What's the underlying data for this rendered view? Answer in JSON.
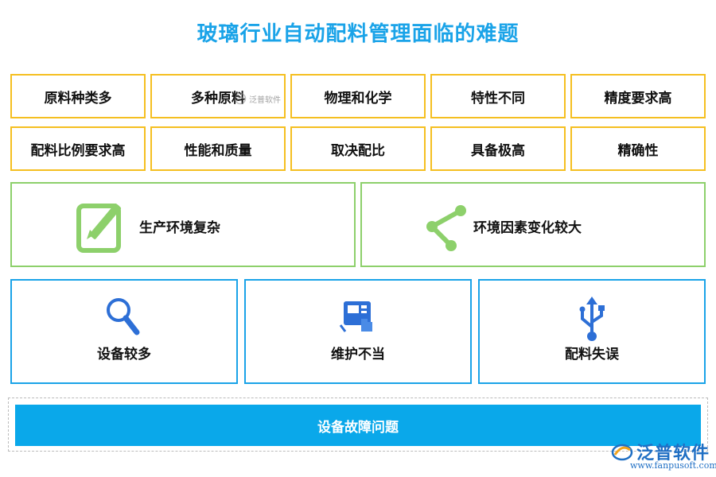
{
  "title": "玻璃行业自动配料管理面临的难题",
  "row1": [
    "原料种类多",
    "多种原料",
    "物理和化学",
    "特性不同",
    "精度要求高"
  ],
  "row2": [
    "配料比例要求高",
    "性能和质量",
    "取决配比",
    "具备极高",
    "精确性"
  ],
  "green_items": [
    {
      "label": "生产环境复杂",
      "icon": "edit-icon"
    },
    {
      "label": "环境因素变化较大",
      "icon": "share-icon"
    }
  ],
  "blue_items": [
    {
      "label": "设备较多",
      "icon": "search-icon"
    },
    {
      "label": "维护不当",
      "icon": "touch-screen-icon"
    },
    {
      "label": "配料失误",
      "icon": "usb-icon"
    }
  ],
  "bottom": "设备故障问题",
  "watermark": {
    "brand": "泛普软件",
    "url": "www.fanpusoft.com"
  },
  "colors": {
    "title": "#1aa3e8",
    "yellow": "#f5bf20",
    "green": "#8dd06b",
    "blue": "#1aa3e8",
    "bar": "#0aa8ea"
  }
}
